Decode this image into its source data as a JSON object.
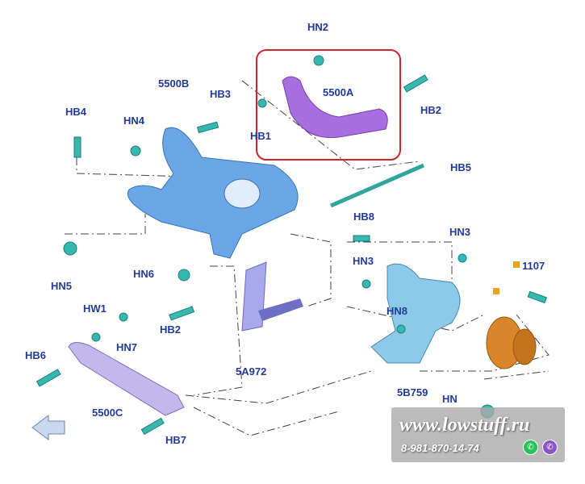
{
  "labels": {
    "hn2": "HN2",
    "p5500b": "5500B",
    "hb3": "HB3",
    "p5500a": "5500A",
    "hb1": "HB1",
    "hb2a": "HB2",
    "hb4": "HB4",
    "hn4": "HN4",
    "hb5": "HB5",
    "hb8": "HB8",
    "hn3a": "HN3",
    "hn3b": "HN3",
    "hn5": "HN5",
    "hn6": "HN6",
    "p1107": "1107",
    "hw1": "HW1",
    "hn7": "HN7",
    "hb2b": "HB2",
    "hn8": "HN8",
    "hb6": "HB6",
    "p5a972": "5A972",
    "p5b759": "5B759",
    "p5500c": "5500C",
    "hb7": "HB7",
    "hn": "HN"
  },
  "watermark": {
    "url": "www.lowstuff.ru",
    "phone": "8-981-870-14-74",
    "icons": [
      "whatsapp-icon",
      "viber-icon"
    ]
  },
  "colors": {
    "label": "#223a9a",
    "highlight": "#d0242c",
    "bracket": "#6aa6e6",
    "arm_upper": "#a86ee0",
    "link": "#a7a9ec",
    "knuckle": "#8cc8e8",
    "hub": "#d9862a",
    "fastener": "#36b7b0"
  }
}
